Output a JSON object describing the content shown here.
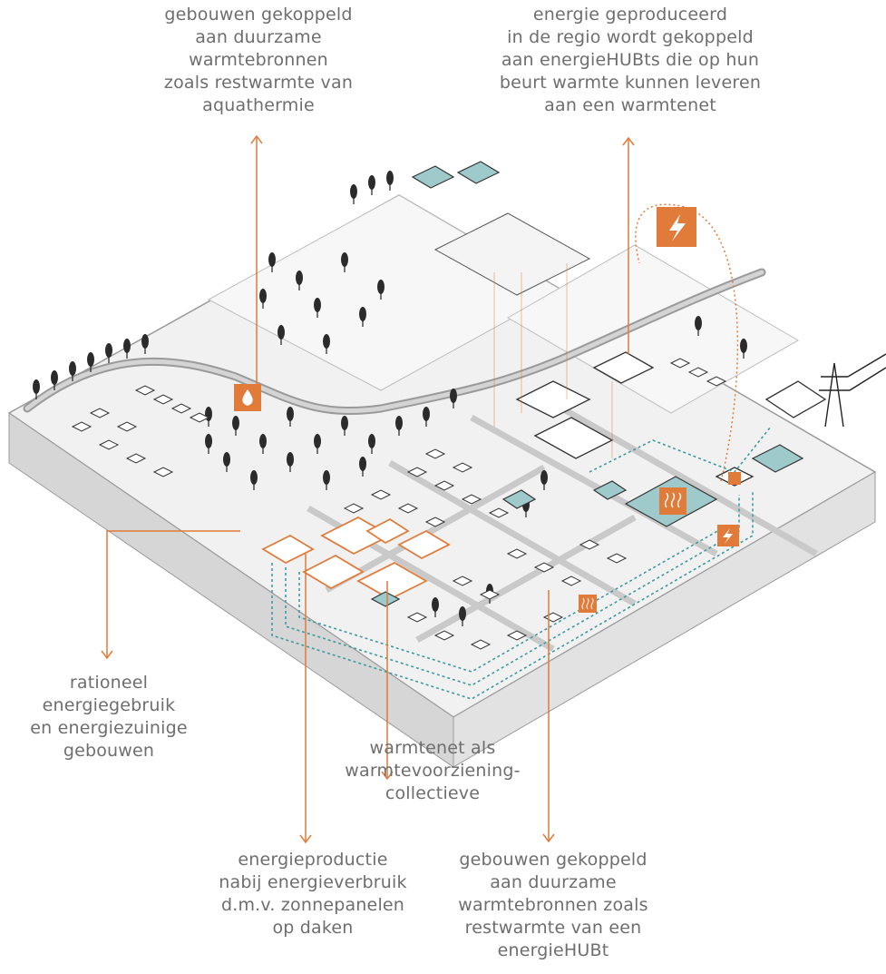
{
  "colors": {
    "orange": "#E07B39",
    "teal": "#3E9AA2",
    "teal_fill": "#9FCACC",
    "ground": "#EDEDED",
    "road": "#CFCFCF",
    "slab_side": "#D9D9D9",
    "slab_front": "#BDBDBD",
    "ink": "#333333"
  },
  "icons": {
    "hub_top": "lightning-icon",
    "hub_small": "lightning-icon",
    "heat_net": "heat-waves-icon",
    "water_source": "water-drop-icon"
  },
  "annotations": {
    "top_left": "gebouwen gekoppeld\naan duurzame\nwarmtebronnen\nzoals restwarmte van\naquathermie",
    "top_right": "energie geproduceerd\nin de regio wordt gekoppeld\naan energieHUBts die op hun\nbeurt warmte kunnen leveren\naan een warmtenet",
    "mid_left": "rationeel\nenergiegebruik\nen energiezuinige\ngebouwen",
    "mid_center": "warmtenet als\nwarmtevoorziening-\ncollectieve",
    "bottom_center": "energieproductie\nnabij energieverbruik\nd.m.v. zonnepanelen\nop daken",
    "bottom_right": "gebouwen gekoppeld\naan duurzame\nwarmtebronnen zoals\nrestwarmte van een\nenergieHUBt"
  }
}
